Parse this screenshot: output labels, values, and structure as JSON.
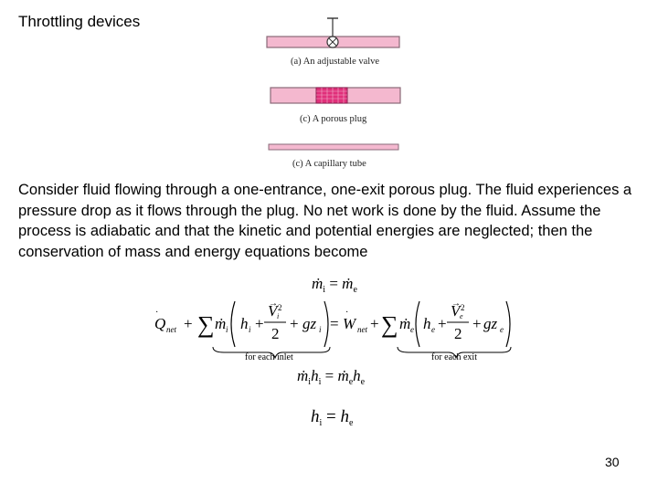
{
  "slide": {
    "title": "Throttling devices",
    "paragraph": "Consider fluid flowing through a one-entrance, one-exit porous plug.  The fluid experiences a pressure drop as it flows through the plug.  No net work is done by the fluid.  Assume the process is adiabatic and that the kinetic and potential energies are neglected; then the conservation of mass and energy equations become",
    "page_number": "30"
  },
  "figures": {
    "valve_caption": "(a) An adjustable valve",
    "plug_caption": "(c) A porous plug",
    "tube_caption": "(c) A capillary tube",
    "pipe_color": "#f4b8cf",
    "plug_color": "#e0307a"
  },
  "equations": {
    "under_inlet": "for each inlet",
    "under_exit": "for each exit"
  }
}
